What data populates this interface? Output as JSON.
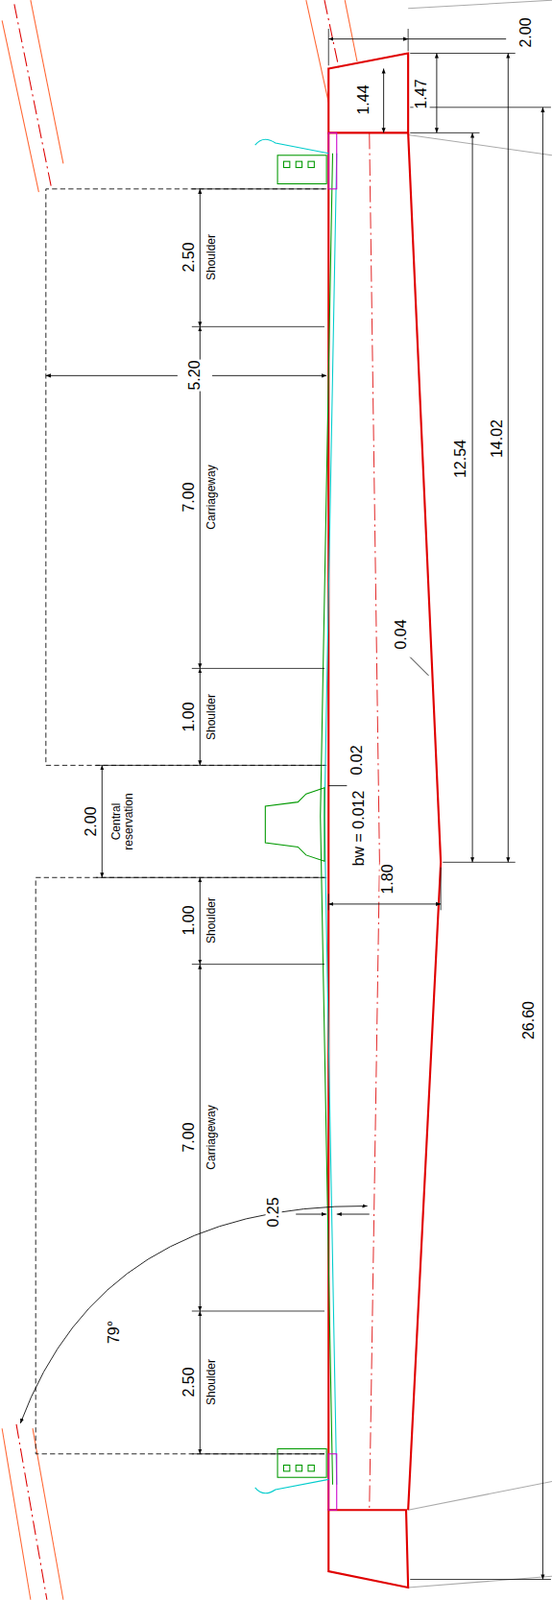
{
  "diagram": {
    "labels": [
      "2.00",
      "1.44",
      "1.47",
      "2.50",
      "Shoulder",
      "5.20",
      "12.54",
      "14.02",
      "7.00",
      "Carriageway",
      "0.04",
      "0.02",
      "bw = 0.012",
      "1.00",
      "Shoulder",
      "1.80",
      "2.00",
      "Central reservation",
      "26.60",
      "1.00",
      "Shoulder",
      "7.00",
      "Carriageway",
      "0.25",
      "79°",
      "2.50",
      "Shoulder"
    ]
  }
}
